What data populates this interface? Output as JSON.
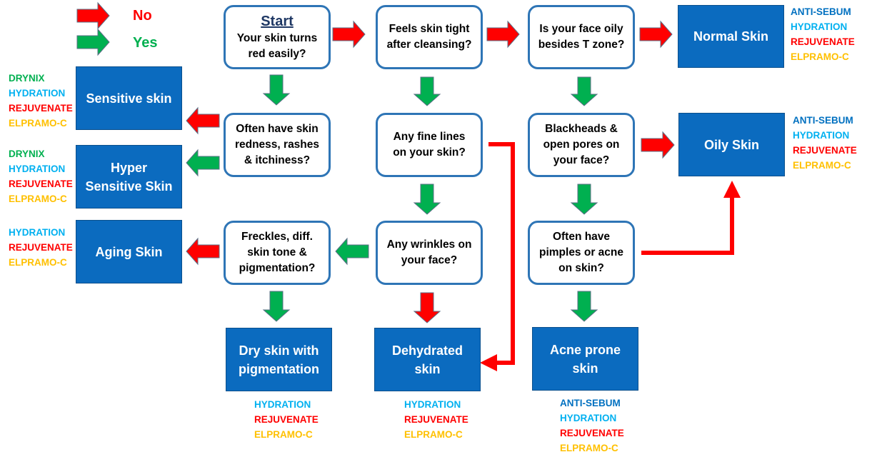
{
  "colors": {
    "no": "#ff0000",
    "yes": "#00b050",
    "box_border": "#2e75b6",
    "result_fill": "#0b6bbf",
    "product": {
      "DRYNIX": "#00b050",
      "HYDRATION": "#00b0f0",
      "REJUVENATE": "#ff0000",
      "ELPRAMO-C": "#ffc000",
      "ANTI-SEBUM": "#0070c0"
    }
  },
  "legend": {
    "no": "No",
    "yes": "Yes"
  },
  "questions": {
    "start": {
      "heading": "Start",
      "lines": [
        "Your skin turns",
        "red easily?"
      ]
    },
    "tight": {
      "lines": [
        "Feels skin tight",
        "after cleansing?"
      ]
    },
    "oily": {
      "lines": [
        "Is your face oily",
        "besides T zone?"
      ]
    },
    "redness": {
      "lines": [
        "Often have skin",
        "redness, rashes",
        "& itchiness?"
      ]
    },
    "finelines": {
      "lines": [
        "Any fine lines",
        "on your skin?"
      ]
    },
    "blackheads": {
      "lines": [
        "Blackheads &",
        "open pores on",
        "your face?"
      ]
    },
    "freckles": {
      "lines": [
        "Freckles, diff.",
        "skin tone &",
        "pigmentation?"
      ]
    },
    "wrinkles": {
      "lines": [
        "Any wrinkles on",
        "your face?"
      ]
    },
    "pimples": {
      "lines": [
        "Often have",
        "pimples or acne",
        "on skin?"
      ]
    }
  },
  "results": {
    "normal": {
      "lines": [
        "Normal Skin"
      ]
    },
    "sensitive": {
      "lines": [
        "Sensitive skin"
      ]
    },
    "hyper": {
      "lines": [
        "Hyper",
        "Sensitive Skin"
      ]
    },
    "oilyskin": {
      "lines": [
        "Oily Skin"
      ]
    },
    "aging": {
      "lines": [
        "Aging Skin"
      ]
    },
    "drypig": {
      "lines": [
        "Dry skin with",
        "pigmentation"
      ]
    },
    "dehydrated": {
      "lines": [
        "Dehydrated",
        "skin"
      ]
    },
    "acne": {
      "lines": [
        "Acne prone",
        "skin"
      ]
    }
  },
  "products": {
    "normal": [
      "ANTI-SEBUM",
      "HYDRATION",
      "REJUVENATE",
      "ELPRAMO-C"
    ],
    "sensitive": [
      "DRYNIX",
      "HYDRATION",
      "REJUVENATE",
      "ELPRAMO-C"
    ],
    "hyper": [
      "DRYNIX",
      "HYDRATION",
      "REJUVENATE",
      "ELPRAMO-C"
    ],
    "oilyskin": [
      "ANTI-SEBUM",
      "HYDRATION",
      "REJUVENATE",
      "ELPRAMO-C"
    ],
    "aging": [
      "HYDRATION",
      "REJUVENATE",
      "ELPRAMO-C"
    ],
    "drypig": [
      "HYDRATION",
      "REJUVENATE",
      "ELPRAMO-C"
    ],
    "dehydrated": [
      "HYDRATION",
      "REJUVENATE",
      "ELPRAMO-C"
    ],
    "acne": [
      "ANTI-SEBUM",
      "HYDRATION",
      "REJUVENATE",
      "ELPRAMO-C"
    ]
  }
}
